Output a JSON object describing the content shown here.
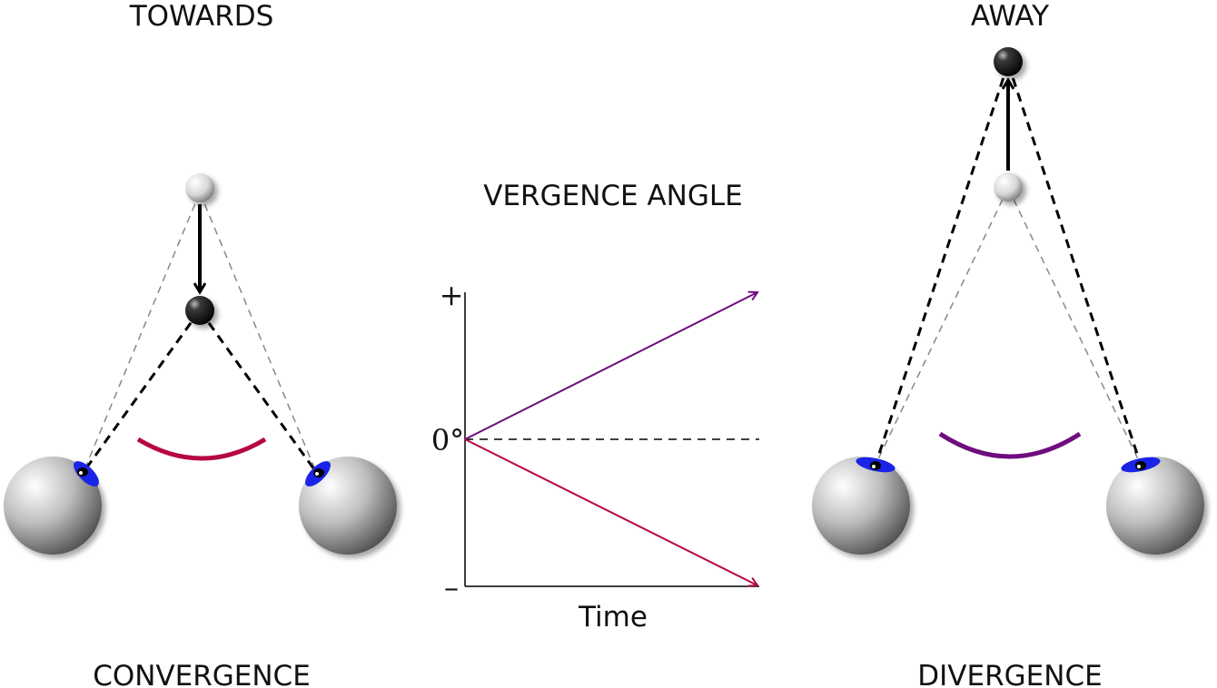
{
  "left_panel": {
    "title": "TOWARDS",
    "caption": "CONVERGENCE",
    "angle_arc_color": "#b5083f"
  },
  "center_panel": {
    "title": "VERGENCE ANGLE",
    "y_tick_top": "+",
    "y_tick_zero": "0°",
    "y_tick_bottom": "–",
    "x_label": "Time",
    "line_up_color": "#6e0d7d",
    "line_down_color": "#b5083f"
  },
  "right_panel": {
    "title": "AWAY",
    "caption": "DIVERGENCE",
    "angle_arc_color": "#6e0d7d"
  },
  "colors": {
    "iris": "#1a24e6",
    "pupil": "#000000"
  }
}
